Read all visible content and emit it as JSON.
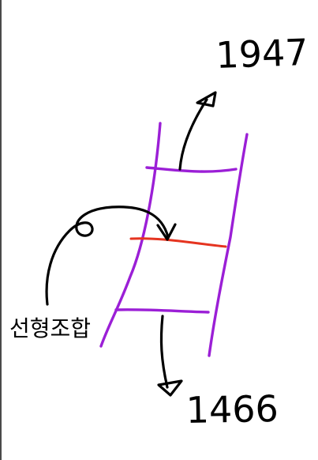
{
  "labels": {
    "top_value": "1947",
    "bottom_value": "1466",
    "middle_label": "선형조합"
  },
  "colors": {
    "background": "#ffffff",
    "ink": "#000000",
    "rail": "#9b1fd6",
    "highlight_rung": "#e53420",
    "left_edge": "#4a4a4a"
  }
}
